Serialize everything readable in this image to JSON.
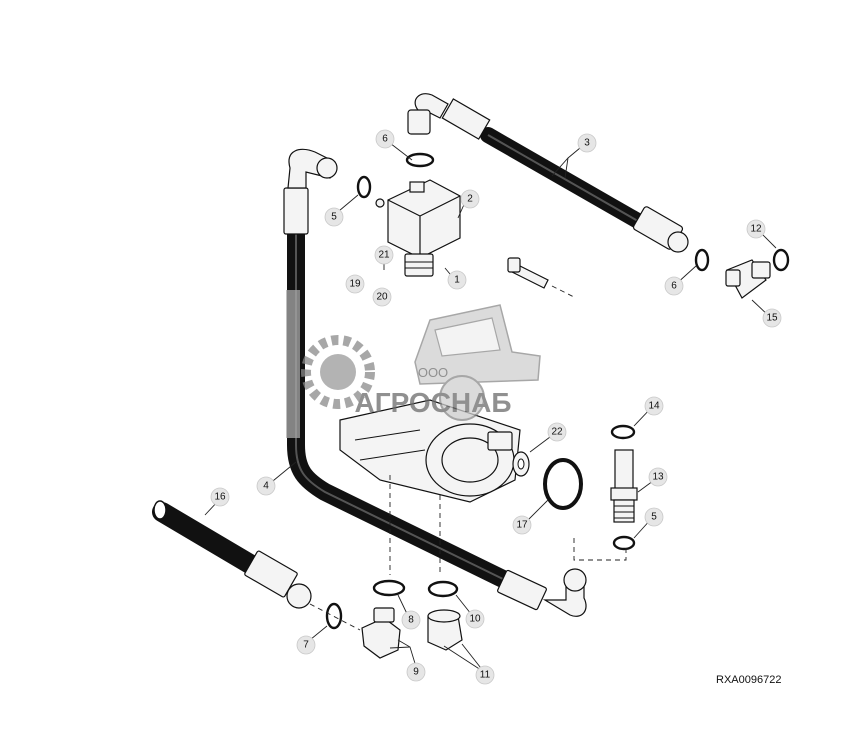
{
  "diagram": {
    "reference_code": "RXA0096722",
    "watermark": {
      "line1": "ООО",
      "line2": "АГРОСНАБ"
    },
    "callouts": [
      {
        "id": "c1",
        "label": "1"
      },
      {
        "id": "c2",
        "label": "2"
      },
      {
        "id": "c3",
        "label": "3"
      },
      {
        "id": "c4",
        "label": "4"
      },
      {
        "id": "c5a",
        "label": "5"
      },
      {
        "id": "c5b",
        "label": "5"
      },
      {
        "id": "c6a",
        "label": "6"
      },
      {
        "id": "c6b",
        "label": "6"
      },
      {
        "id": "c7",
        "label": "7"
      },
      {
        "id": "c8",
        "label": "8"
      },
      {
        "id": "c9",
        "label": "9"
      },
      {
        "id": "c10",
        "label": "10"
      },
      {
        "id": "c11",
        "label": "11"
      },
      {
        "id": "c12",
        "label": "12"
      },
      {
        "id": "c13",
        "label": "13"
      },
      {
        "id": "c14",
        "label": "14"
      },
      {
        "id": "c15",
        "label": "15"
      },
      {
        "id": "c16",
        "label": "16"
      },
      {
        "id": "c17",
        "label": "17"
      },
      {
        "id": "c19",
        "label": "19"
      },
      {
        "id": "c20",
        "label": "20"
      },
      {
        "id": "c21",
        "label": "21"
      },
      {
        "id": "c22",
        "label": "22"
      }
    ]
  }
}
